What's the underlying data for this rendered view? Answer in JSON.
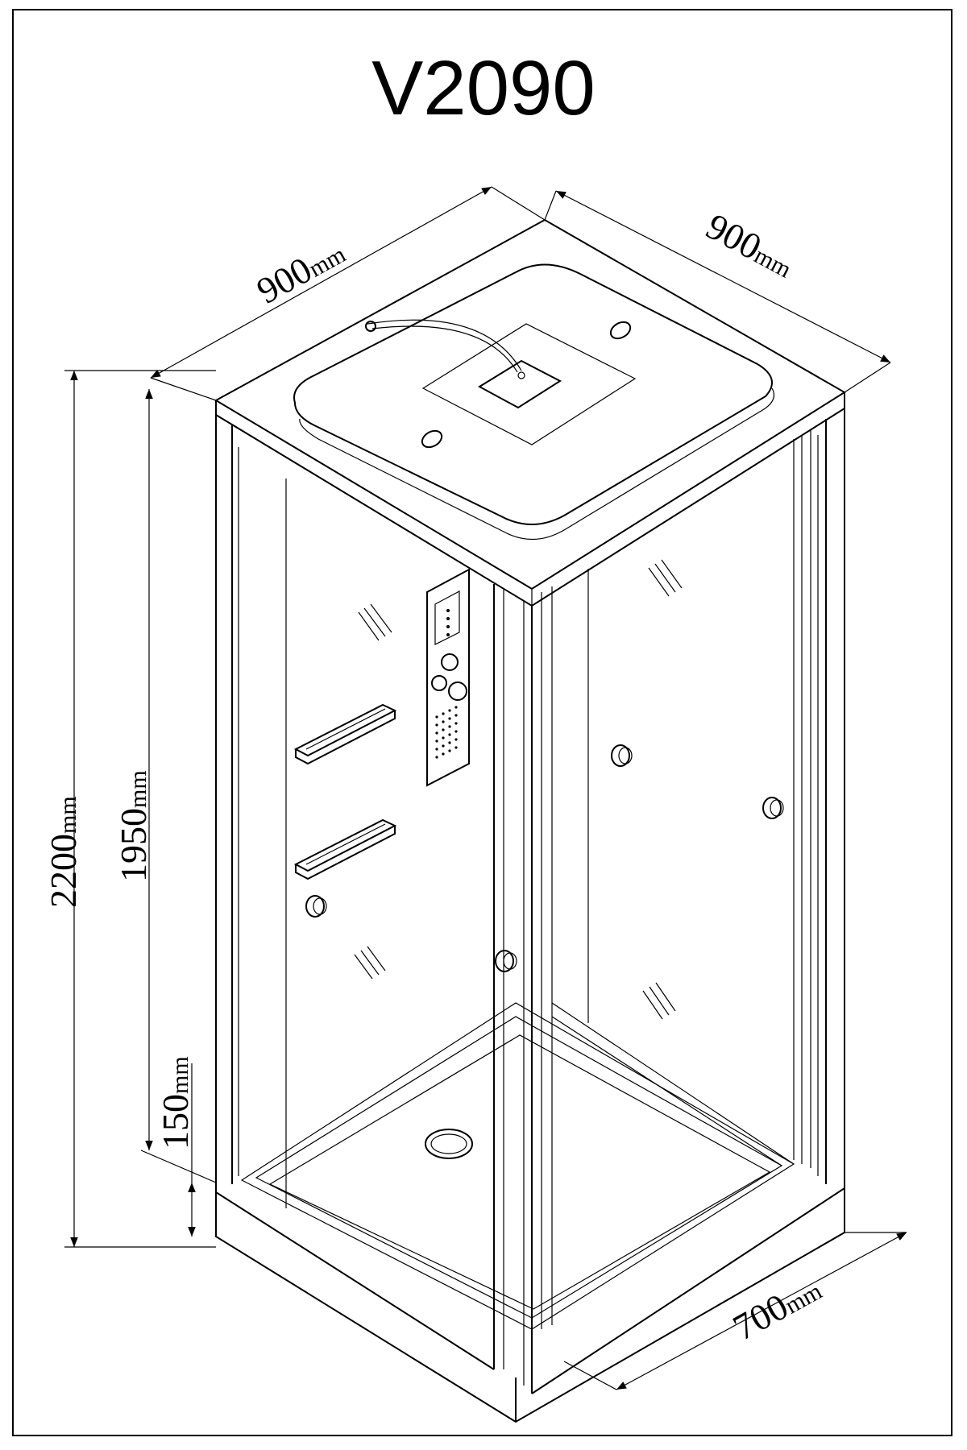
{
  "model": "V2090",
  "dimensions": {
    "width_back": {
      "value": "900",
      "unit": "mm"
    },
    "depth_side": {
      "value": "900",
      "unit": "mm"
    },
    "height_total": {
      "value": "2200",
      "unit": "mm"
    },
    "height_enclosure": {
      "value": "1950",
      "unit": "mm"
    },
    "height_tray": {
      "value": "150",
      "unit": "mm"
    },
    "door_width": {
      "value": "700",
      "unit": "mm"
    }
  }
}
